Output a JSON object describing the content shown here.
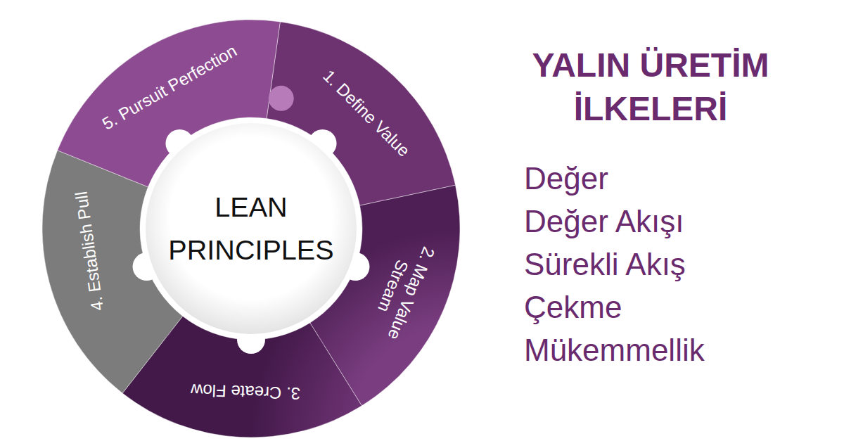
{
  "diagram": {
    "title": "YALIN ÜRETİM İLKELERİ",
    "nodes": [
      {
        "text": [
          "LEAN PRINCIPLES"
        ]
      },
      {
        "text": [
          "1. Define Value"
        ]
      },
      {
        "text": [
          "2. Map Value Stream"
        ]
      },
      {
        "text": [
          "3. Create Flow"
        ]
      },
      {
        "text": [
          "4. Establish Pull"
        ]
      },
      {
        "text": [
          "5. Pursuit Perfection"
        ]
      }
    ],
    "labels": [
      "Değer",
      "Değer Akışı",
      "Sürekli Akış",
      "Çekme",
      "Mükemmellik"
    ]
  }
}
